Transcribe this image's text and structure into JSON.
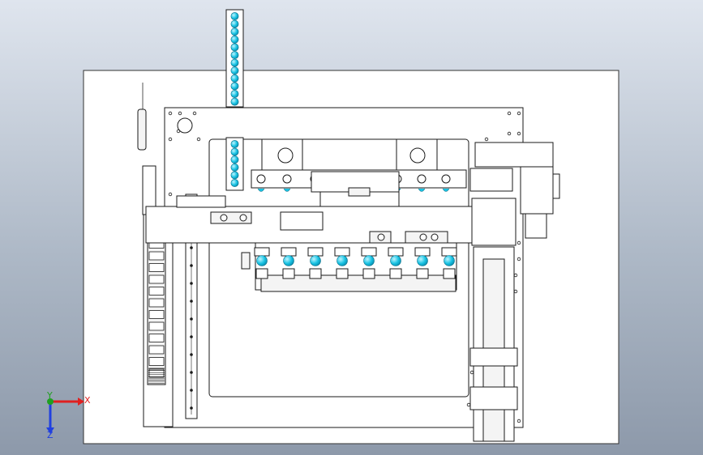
{
  "view": {
    "background_top": "#dfe5ee",
    "background_bottom": "#8d99aa",
    "sheet_color": "#ffffff",
    "line_color": "#1a1a1a",
    "part_color": "#f4f4f4",
    "highlight_color": "#19c3e3"
  },
  "triad": {
    "x_label": "X",
    "y_label": "Y",
    "z_label": "Z",
    "x_color": "#e02020",
    "y_color": "#20a020",
    "z_color": "#2040e0"
  },
  "drawing": {
    "vertical_feed_count": 12,
    "feed_count_lower": 6,
    "lower_nozzle_count": 8,
    "upper_nozzle_count": 8,
    "rail_marks": 12
  }
}
